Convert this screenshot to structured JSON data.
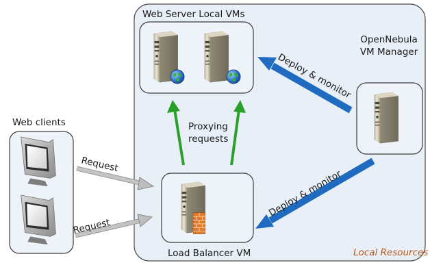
{
  "labels": {
    "web_server_vms": "Web Server Local VMs",
    "opennebula_line1": "OpenNebula",
    "opennebula_line2": "VM Manager",
    "web_clients": "Web clients",
    "proxying_line1": "Proxying",
    "proxying_line2": "requests",
    "request_top": "Request",
    "request_bottom": "Request",
    "deploy_top": "Deploy & monitor",
    "deploy_bottom": "Deploy & monitor",
    "load_balancer": "Load Balancer VM",
    "local_resources": "Local Resources"
  },
  "icons": {
    "server": "server-tower-icon",
    "globe": "globe-icon",
    "monitor": "crt-monitor-icon",
    "firewall": "firewall-brick-icon"
  },
  "colors": {
    "region_fill": "#e9eff7",
    "region_stroke": "#4a4a4a",
    "deploy_arrow": "#1f6bbf",
    "proxy_arrow": "#2aa02a",
    "request_arrow": "#b9b9b9",
    "local_resources_text": "#b35a1f"
  }
}
